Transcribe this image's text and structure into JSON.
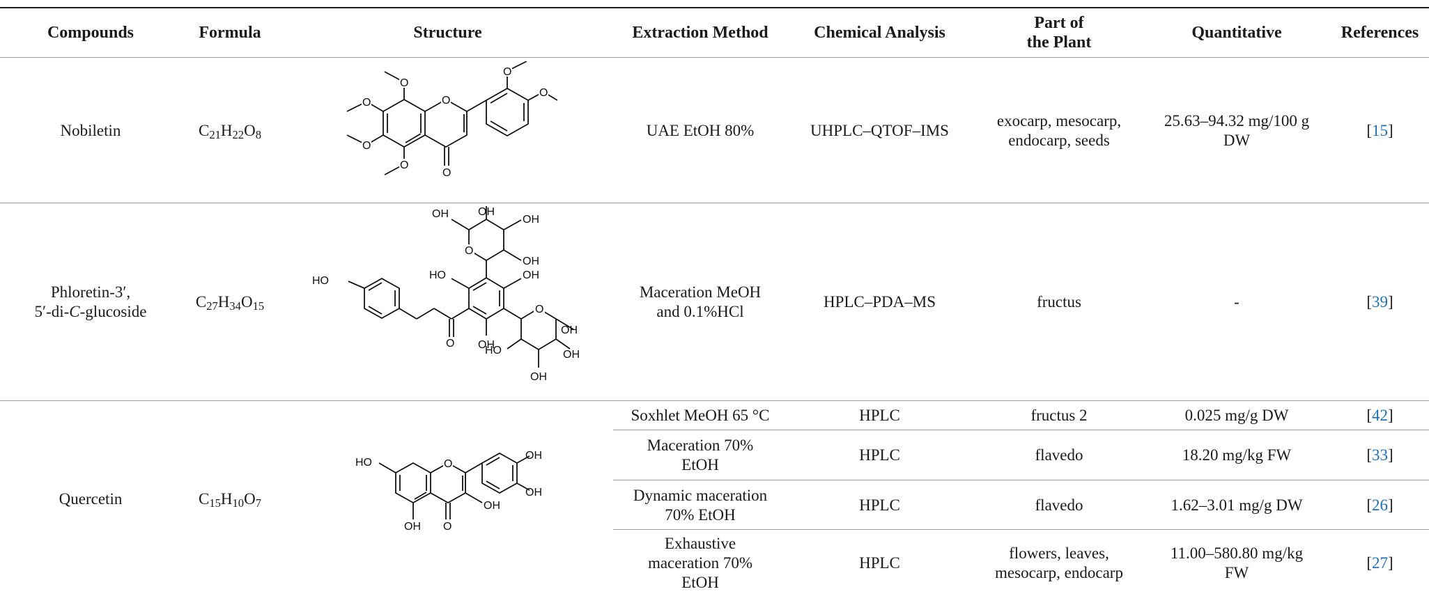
{
  "header": {
    "compounds": "Compounds",
    "formula": "Formula",
    "structure": "Structure",
    "extraction": "Extraction Method",
    "analysis": "Chemical Analysis",
    "part_line1": "Part of",
    "part_line2": "the Plant",
    "quantitative": "Quantitative",
    "references": "References"
  },
  "rows": [
    {
      "compound": "Nobiletin",
      "formula": {
        "c": "C",
        "c_n": "21",
        "h": "H",
        "h_n": "22",
        "o": "O",
        "o_n": "8"
      },
      "structure_labels": {
        "o": "O"
      },
      "entries": [
        {
          "extraction": "UAE EtOH 80%",
          "analysis": "UHPLC–QTOF–IMS",
          "part_line1": "exocarp, mesocarp,",
          "part_line2": "endocarp, seeds",
          "quant_line1": "25.63–94.32 mg/100 g",
          "quant_line2": "DW",
          "ref": "15"
        }
      ]
    },
    {
      "compound_line1": "Phloretin-3′,",
      "compound_line2a": "5′-di-",
      "compound_line2b": "C",
      "compound_line2c": "-glucoside",
      "formula": {
        "c": "C",
        "c_n": "27",
        "h": "H",
        "h_n": "34",
        "o": "O",
        "o_n": "15"
      },
      "structure_labels": {
        "oh": "OH",
        "ho": "HO",
        "o": "O"
      },
      "entries": [
        {
          "extraction_line1": "Maceration MeOH",
          "extraction_line2": "and 0.1%HCl",
          "analysis": "HPLC–PDA–MS",
          "part": "fructus",
          "quant": "-",
          "ref": "39"
        }
      ]
    },
    {
      "compound": "Quercetin",
      "formula": {
        "c": "C",
        "c_n": "15",
        "h": "H",
        "h_n": "10",
        "o": "O",
        "o_n": "7"
      },
      "structure_labels": {
        "oh": "OH",
        "ho": "HO",
        "o": "O"
      },
      "entries": [
        {
          "extraction": "Soxhlet MeOH 65 °C",
          "analysis": "HPLC",
          "part": "fructus 2",
          "quant": "0.025 mg/g DW",
          "ref": "42"
        },
        {
          "extraction_line1": "Maceration 70%",
          "extraction_line2": "EtOH",
          "analysis": "HPLC",
          "part": "flavedo",
          "quant": "18.20 mg/kg FW",
          "ref": "33"
        },
        {
          "extraction_line1": "Dynamic maceration",
          "extraction_line2": "70% EtOH",
          "analysis": "HPLC",
          "part": "flavedo",
          "quant": "1.62–3.01 mg/g DW",
          "ref": "26"
        },
        {
          "extraction_line1": "Exhaustive",
          "extraction_line2": "maceration 70%",
          "extraction_line3": "EtOH",
          "analysis": "HPLC",
          "part_line1": "flowers, leaves,",
          "part_line2": "mesocarp, endocarp",
          "quant_line1": "11.00–580.80 mg/kg",
          "quant_line2": "FW",
          "ref": "27"
        }
      ]
    }
  ]
}
